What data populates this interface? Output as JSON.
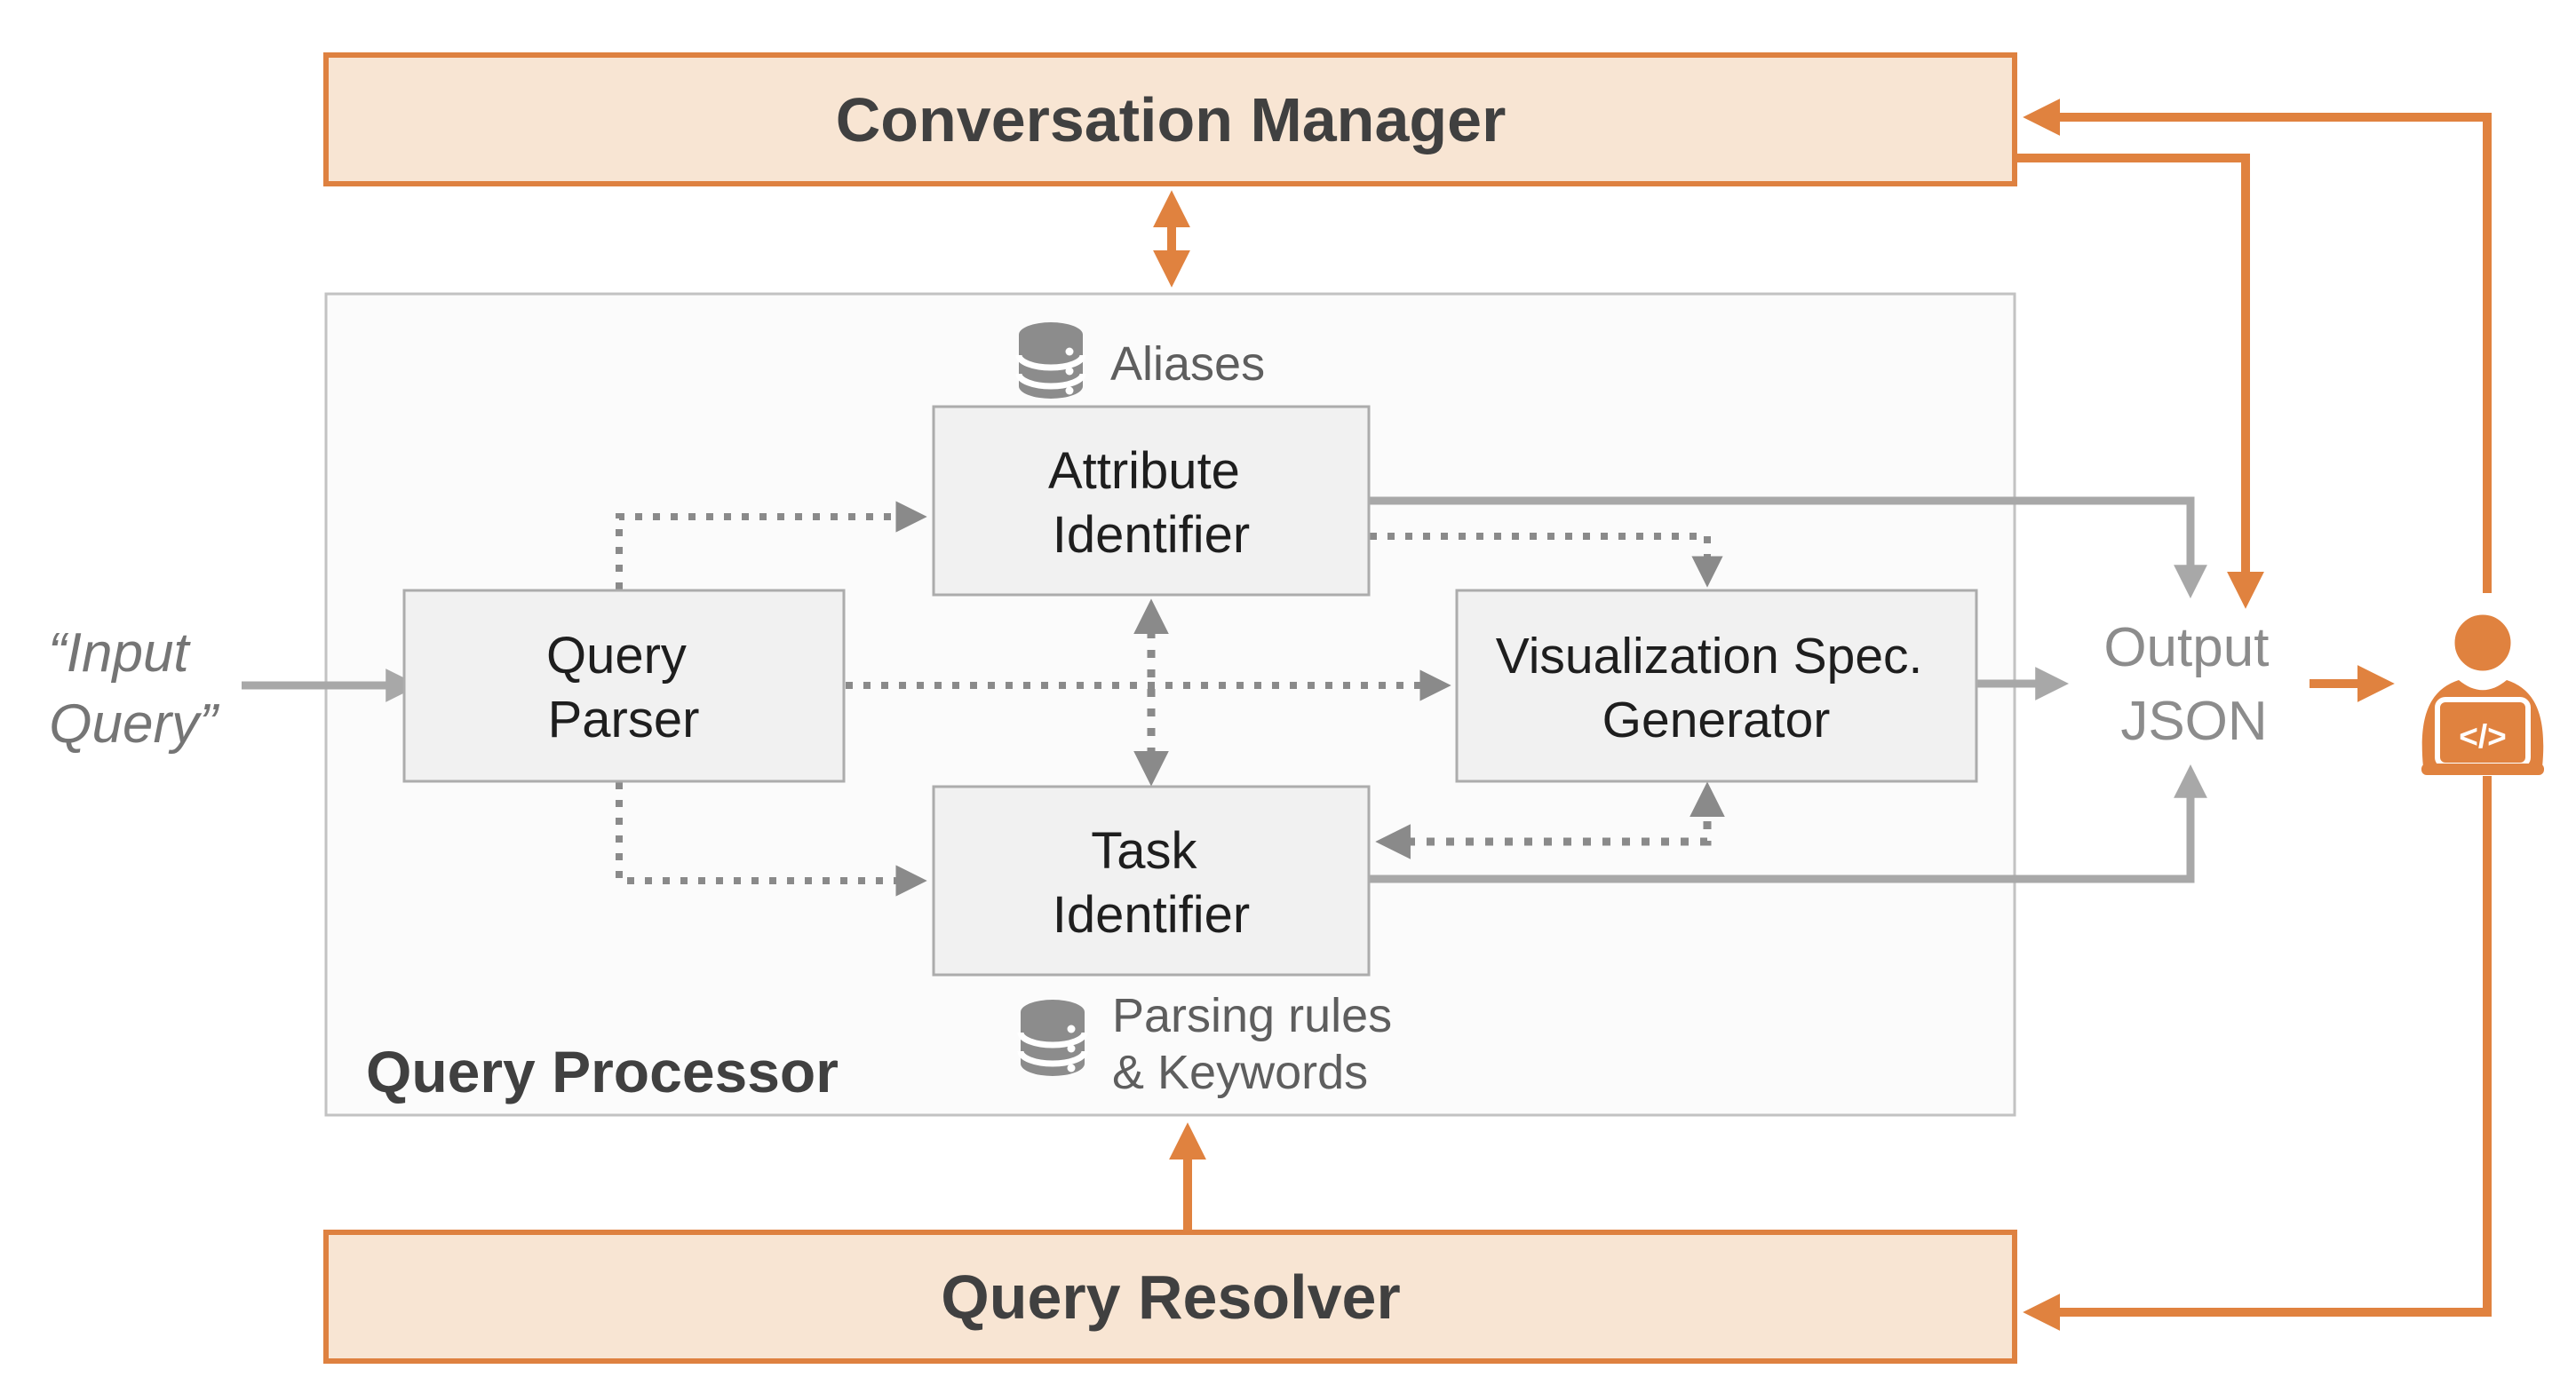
{
  "conversation_manager": {
    "label": "Conversation Manager"
  },
  "query_processor": {
    "label": "Query Processor"
  },
  "query_resolver": {
    "label": "Query Resolver"
  },
  "nodes": {
    "query_parser": {
      "line1": "Query",
      "line2": "Parser"
    },
    "attribute_identifier": {
      "line1": "Attribute",
      "line2": "Identifier"
    },
    "task_identifier": {
      "line1": "Task",
      "line2": "Identifier"
    },
    "viz_spec_generator": {
      "line1": "Visualization Spec.",
      "line2": "Generator"
    }
  },
  "datastores": {
    "aliases": {
      "label": "Aliases"
    },
    "parsing_rules": {
      "line1": "Parsing rules",
      "line2": "& Keywords"
    }
  },
  "endpoints": {
    "input_query": {
      "line1": "“Input",
      "line2": "Query”"
    },
    "output_json": {
      "line1": "Output",
      "line2": "JSON"
    },
    "user_code_glyph": "</>"
  },
  "colors": {
    "accent_orange": "#e0823f",
    "peach_fill": "#f8e5d3",
    "peach_border": "#de8140",
    "container_fill": "#fbfbfb",
    "container_border": "#c2c2c2",
    "node_fill": "#f1f1f1",
    "node_border": "#acacac",
    "gray_solid_arrow": "#a8a8a8",
    "gray_dotted_arrow": "#8a8a8a",
    "database_icon": "#8c8c8c",
    "heading_text": "#404040",
    "node_text": "#1e1e1e",
    "datastore_text": "#5e5e5e",
    "input_text": "#757575",
    "output_text": "#8c8c8c"
  }
}
